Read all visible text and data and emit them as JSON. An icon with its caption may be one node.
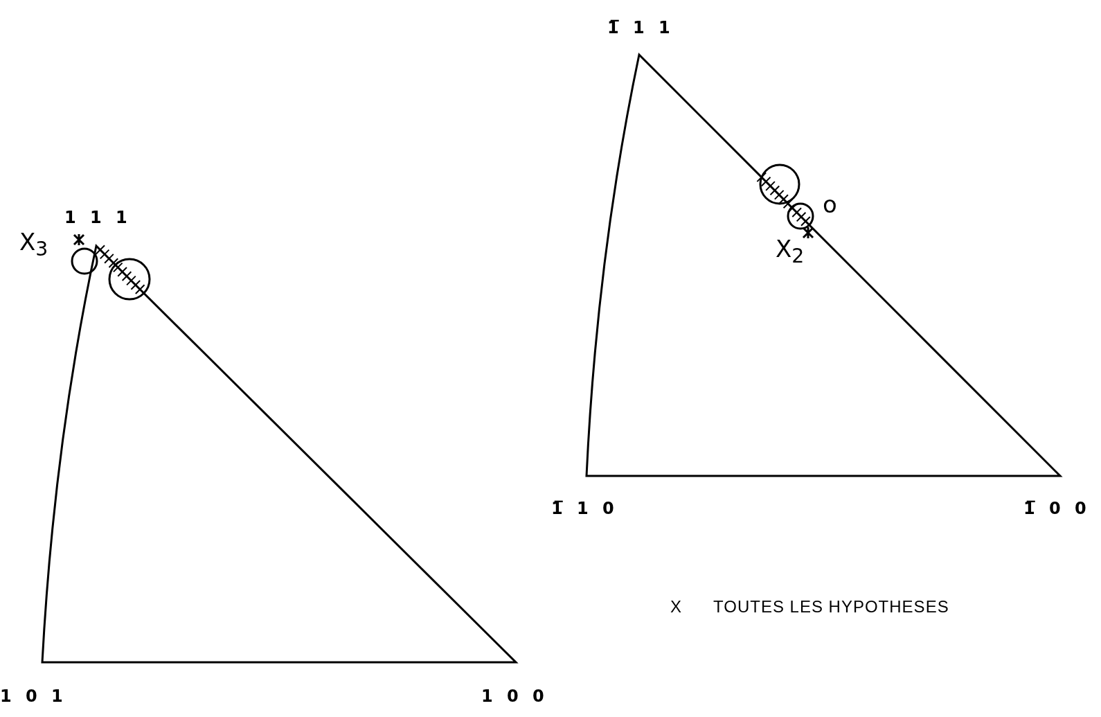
{
  "diagram": {
    "labels": [
      "1̅ 1 1",
      "1 1 1",
      "X$_{3}$",
      "o",
      "X$_{2}$",
      "1̅ 1 0",
      "1̅ 0 0",
      "X",
      "TOUTES LES HYPOTHESES",
      "1 0 1",
      "1 0 0"
    ]
  }
}
